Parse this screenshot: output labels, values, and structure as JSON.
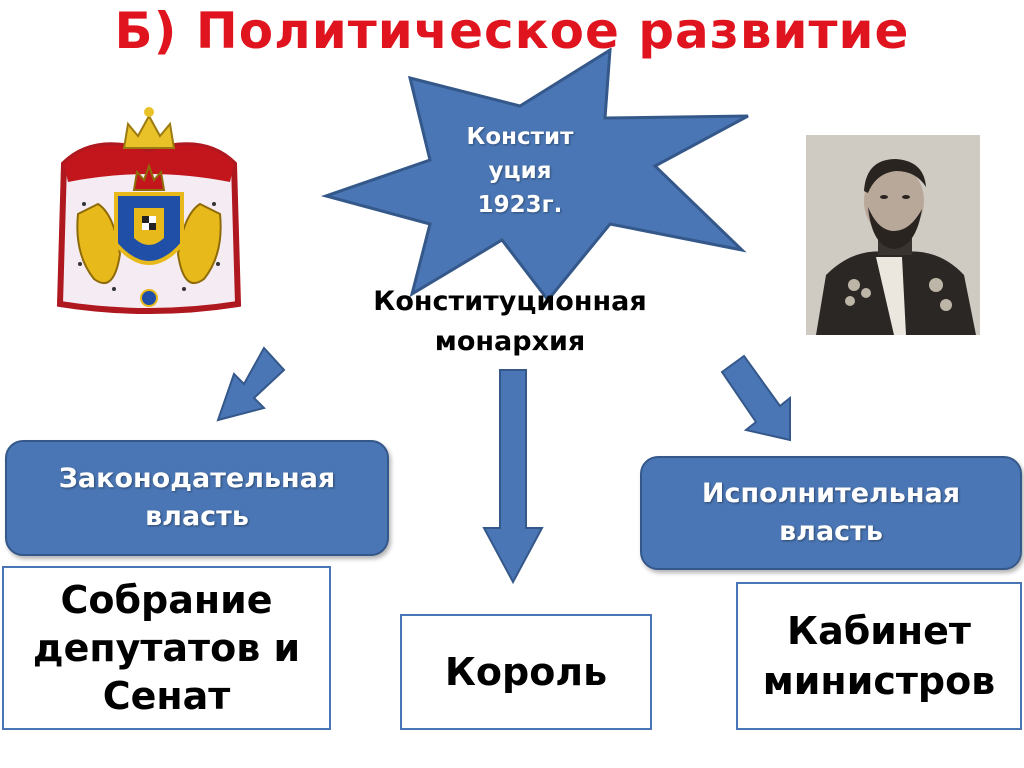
{
  "title": "Б) Политическое развитие",
  "burst": {
    "line1": "Констит",
    "line2": "уция",
    "line3": "1923г."
  },
  "subtitle": {
    "line1": "Конституционная",
    "line2": "монархия"
  },
  "legislative": {
    "line1": "Законодательная",
    "line2": "власть"
  },
  "executive": {
    "line1": "Исполнительная",
    "line2": "власть"
  },
  "assembly": {
    "line1": "Собрание",
    "line2": "депутатов и",
    "line3": "Сенат"
  },
  "king": "Король",
  "cabinet": {
    "line1": "Кабинет",
    "line2": "министров"
  },
  "colors": {
    "title": "#e0141e",
    "accent": "#4a76b5",
    "border": "#35588a"
  }
}
